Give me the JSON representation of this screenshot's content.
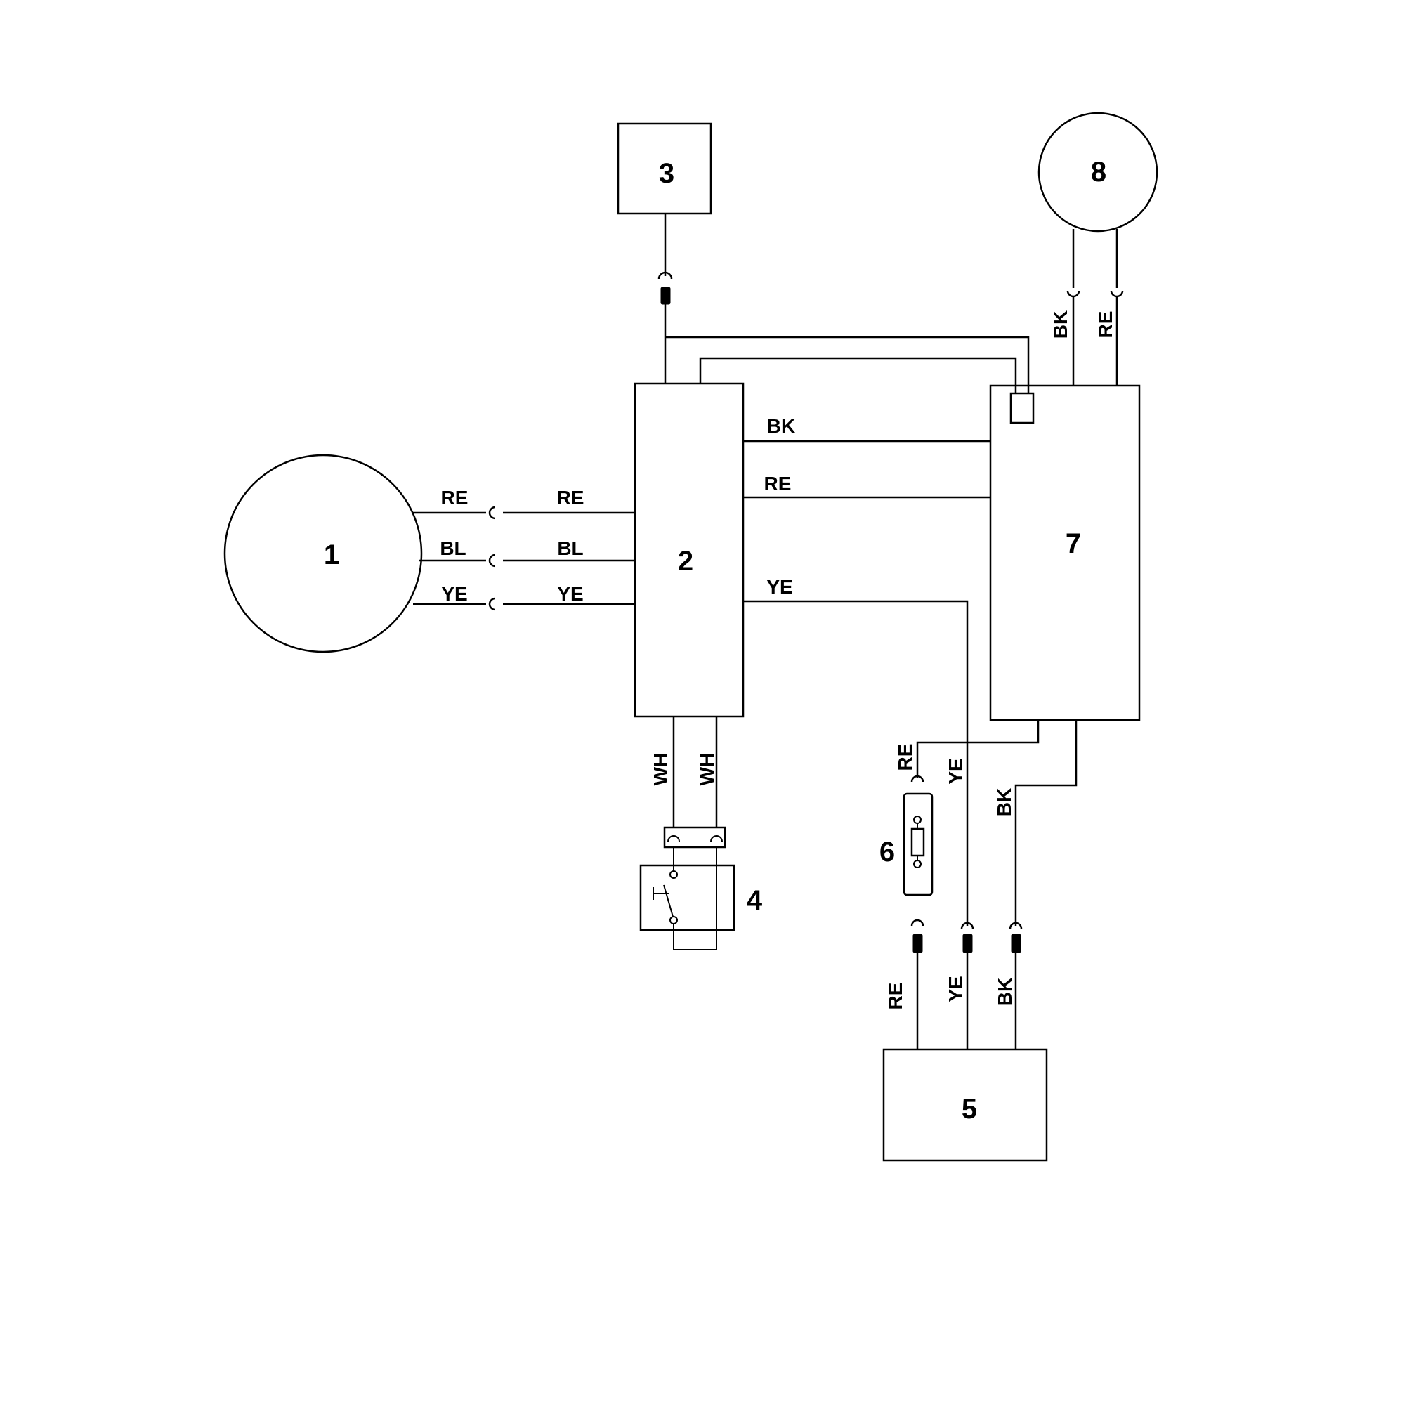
{
  "components": {
    "c1": "1",
    "c2": "2",
    "c3": "3",
    "c4": "4",
    "c5": "5",
    "c6": "6",
    "c7": "7",
    "c8": "8"
  },
  "wires": {
    "c1_c2": [
      "RE",
      "BL",
      "YE"
    ],
    "c2_c7": [
      "BK",
      "RE",
      "YE"
    ],
    "c2_c4": [
      "WH",
      "WH"
    ],
    "c8_c7": [
      "BK",
      "RE"
    ],
    "c7_fuse": "RE",
    "c2_c5_ye": "YE",
    "c7_c5_bk": "BK",
    "c5_in": [
      "RE",
      "YE",
      "BK"
    ]
  }
}
